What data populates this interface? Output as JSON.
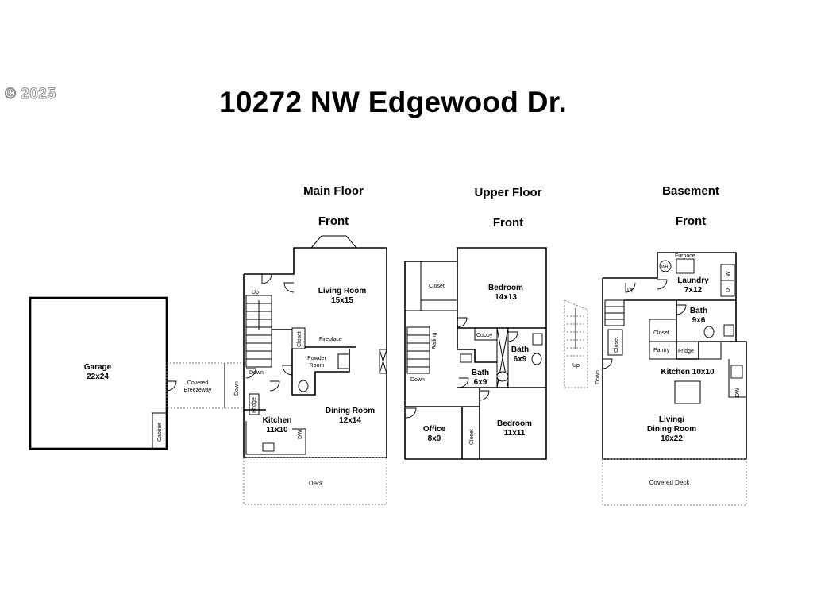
{
  "copyright": "© 2025",
  "title": "10272 NW Edgewood Dr.",
  "floors": {
    "main": {
      "label": "Main Floor",
      "front": "Front"
    },
    "upper": {
      "label": "Upper Floor",
      "front": "Front"
    },
    "basement": {
      "label": "Basement",
      "front": "Front"
    }
  },
  "rooms": {
    "garage": {
      "name": "Garage",
      "size": "22x24"
    },
    "breezeway": {
      "line1": "Covered",
      "line2": "Breezeway"
    },
    "cabinet": "Cabinet",
    "main_down": "Down",
    "main_up": "Up",
    "main_down2": "Down",
    "main_closet": "Closet",
    "fireplace": "Fireplace",
    "powder": {
      "line1": "Powder",
      "line2": "Room"
    },
    "living": {
      "name": "Living Room",
      "size": "15x15"
    },
    "fridge": "Fridge",
    "kitchen": {
      "name": "Kitchen",
      "size": "11x10"
    },
    "dw": "DW",
    "dining": {
      "name": "Dining Room",
      "size": "12x14"
    },
    "deck": "Deck",
    "up_closet": "Closet",
    "up_bedroom1": {
      "name": "Bedroom",
      "size": "14x13"
    },
    "cubby": "Cubby",
    "railing": "Railing",
    "up_down": "Down",
    "up_bath1": {
      "name": "Bath",
      "size": "6x9"
    },
    "up_bath2": {
      "name": "Bath",
      "size": "6x9"
    },
    "office": {
      "name": "Office",
      "size": "8x9"
    },
    "up_closet2": "Closet",
    "up_bedroom2": {
      "name": "Bedroom",
      "size": "11x11"
    },
    "bs_up_left": "Up",
    "bs_up": "Up",
    "bs_down": "Down",
    "bs_closet": "Closet",
    "wh": "WH",
    "furnace": "Furnace",
    "laundry": {
      "name": "Laundry",
      "size": "7x12"
    },
    "dryer": "D",
    "washer": "W",
    "bs_bath": {
      "name": "Bath",
      "size": "9x6"
    },
    "bs_closet2": "Closet",
    "pantry": "Pantry",
    "bs_fridge": "Fridge",
    "bs_kitchen": {
      "name": "Kitchen 10x10"
    },
    "bs_dw": "DW",
    "bs_living": {
      "line1": "Living/",
      "line2": "Dining Room",
      "size": "16x22"
    },
    "covered_deck": "Covered Deck"
  }
}
